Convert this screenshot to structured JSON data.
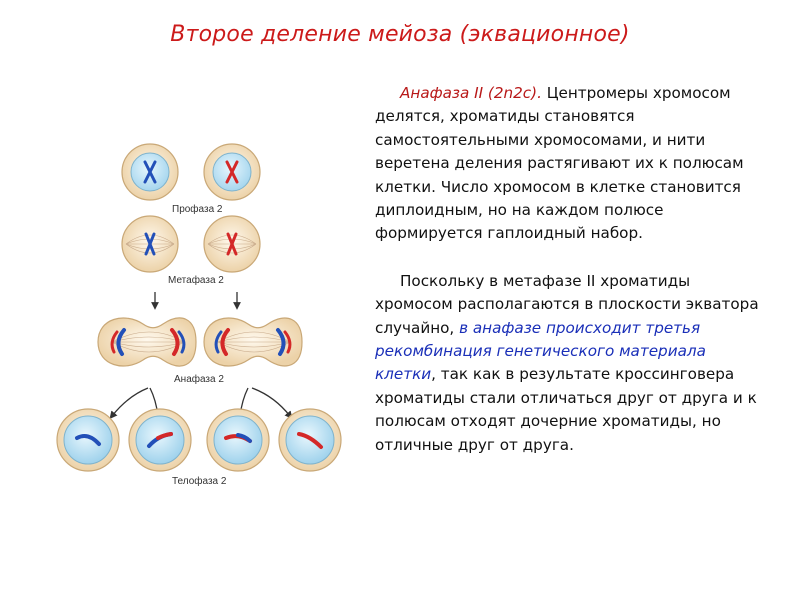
{
  "title": "Второе деление мейоза (эквационное)",
  "diagram": {
    "stage_labels": [
      "Профаза 2",
      "Метафаза 2",
      "Анафаза 2",
      "Телофаза 2"
    ]
  },
  "text": {
    "para1_term": "Анафаза II (2n2c).",
    "para1_body": " Центромеры хромосом делятся, хроматиды становятся самостоятельными хромосомами, и нити веретена деления растягивают их к полюсам клетки. Число хромосом в клетке становится диплоидным, но на каждом полюсе формируется гаплоидный набор.",
    "para2_start": "Поскольку в метафазе II хроматиды хромосом располагаются в плоскости экватора случайно, ",
    "para2_emphasis": "в анафазе происходит третья рекомбинация генетического материала клетки",
    "para2_end": ", так как в результате кроссинговера хроматиды стали отличаться друг от друга и к полюсам отходят дочерние хроматиды, но отличные друг от друга."
  },
  "colors": {
    "title": "#cc1a1a",
    "term": "#b81818",
    "emphasis": "#1a2fb8",
    "chromosome_red": "#d42828",
    "chromosome_blue": "#2350b8",
    "cell_fill": "#f6e3c6",
    "telophase_fill": "#bfe3f3"
  }
}
